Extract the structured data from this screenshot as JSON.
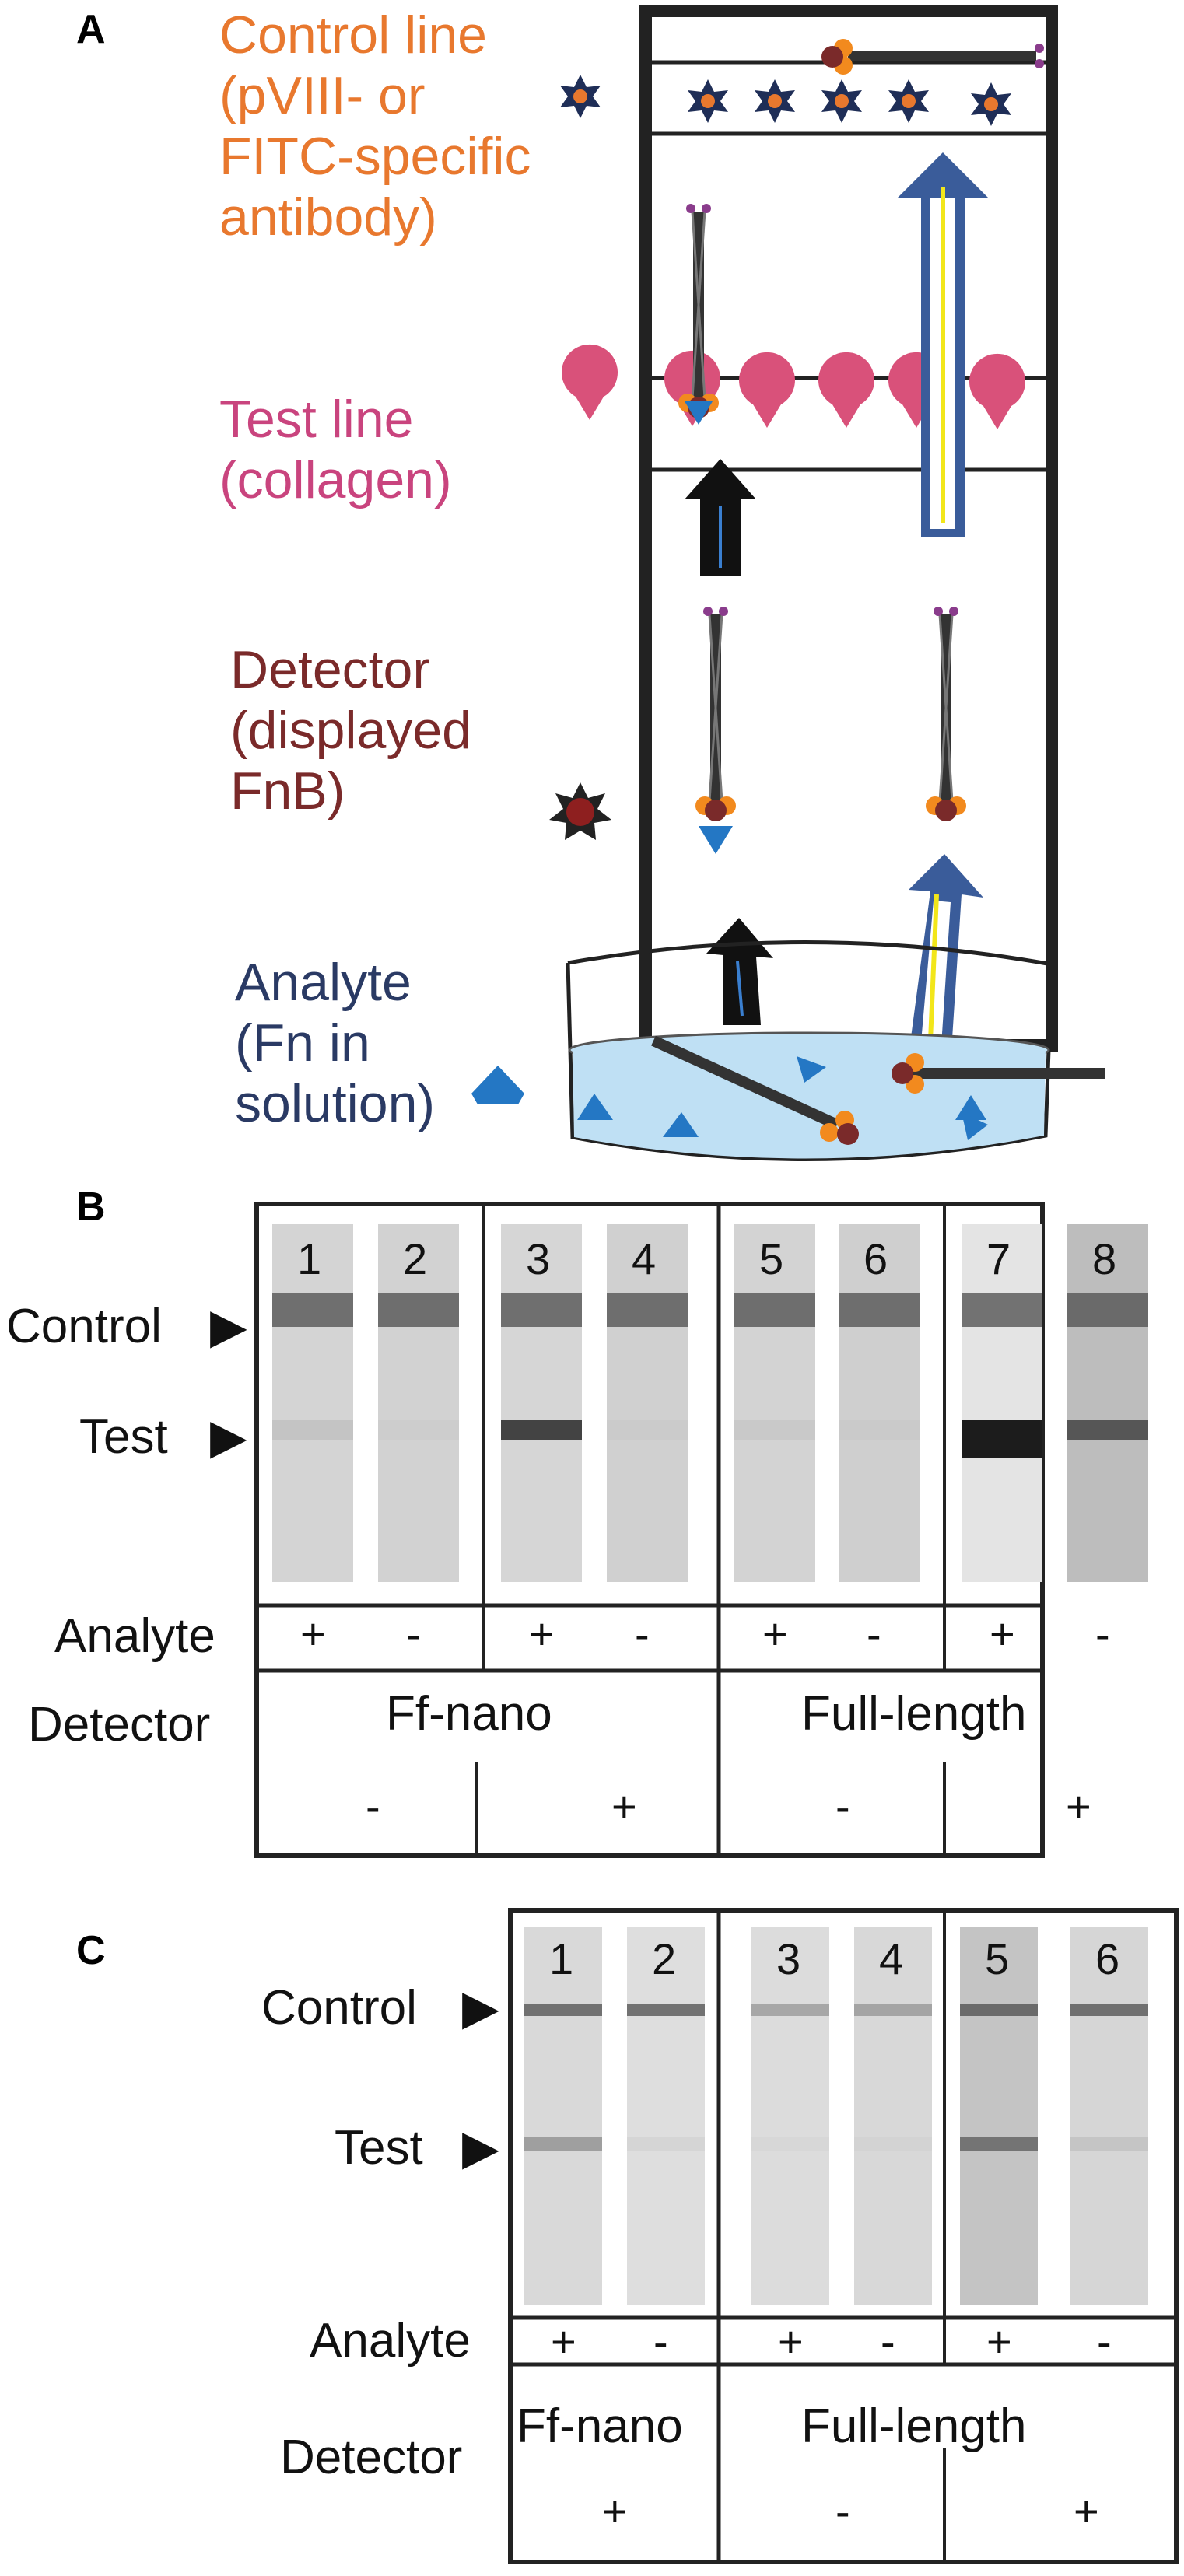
{
  "panel_a": {
    "letter": "A",
    "control_label": [
      "Control line",
      "(pVIII- or",
      "FITC-specific",
      "antibody)"
    ],
    "test_label": [
      "Test line",
      "(collagen)"
    ],
    "detector_label": [
      "Detector",
      "(displayed",
      "FnB)"
    ],
    "analyte_label": [
      "Analyte",
      "(Fn in",
      "solution)"
    ],
    "colors": {
      "control": "#E8782E",
      "test": "#C9447E",
      "detector": "#7A2A2A",
      "analyte": "#2A3A64",
      "arrow_blue": "#3A5C9A",
      "arrow_yellow": "#F2E61A",
      "analyte_shape": "#2477C4",
      "solution": "#BFE0F4"
    }
  },
  "panel_b": {
    "letter": "B",
    "control": "Control",
    "test": "Test",
    "lanes": [
      "1",
      "2",
      "3",
      "4",
      "5",
      "6",
      "7",
      "8"
    ],
    "analyte_label": "Analyte",
    "analyte_signs": [
      "+",
      "-",
      "+",
      "-",
      "+",
      "-",
      "+",
      "-"
    ],
    "detector_label": "Detector",
    "detector_groups": [
      "Ff-nano",
      "Full-length"
    ],
    "detector_signs": [
      "-",
      "+",
      "-",
      "+"
    ]
  },
  "panel_c": {
    "letter": "C",
    "control": "Control",
    "test": "Test",
    "lanes": [
      "1",
      "2",
      "3",
      "4",
      "5",
      "6"
    ],
    "analyte_label": "Analyte",
    "analyte_signs": [
      "+",
      "-",
      "+",
      "-",
      "+",
      "-"
    ],
    "detector_label": "Detector",
    "detector_groups": [
      "Ff-nano",
      "Full-length"
    ],
    "detector_signs": [
      "+",
      "-",
      "+"
    ]
  }
}
